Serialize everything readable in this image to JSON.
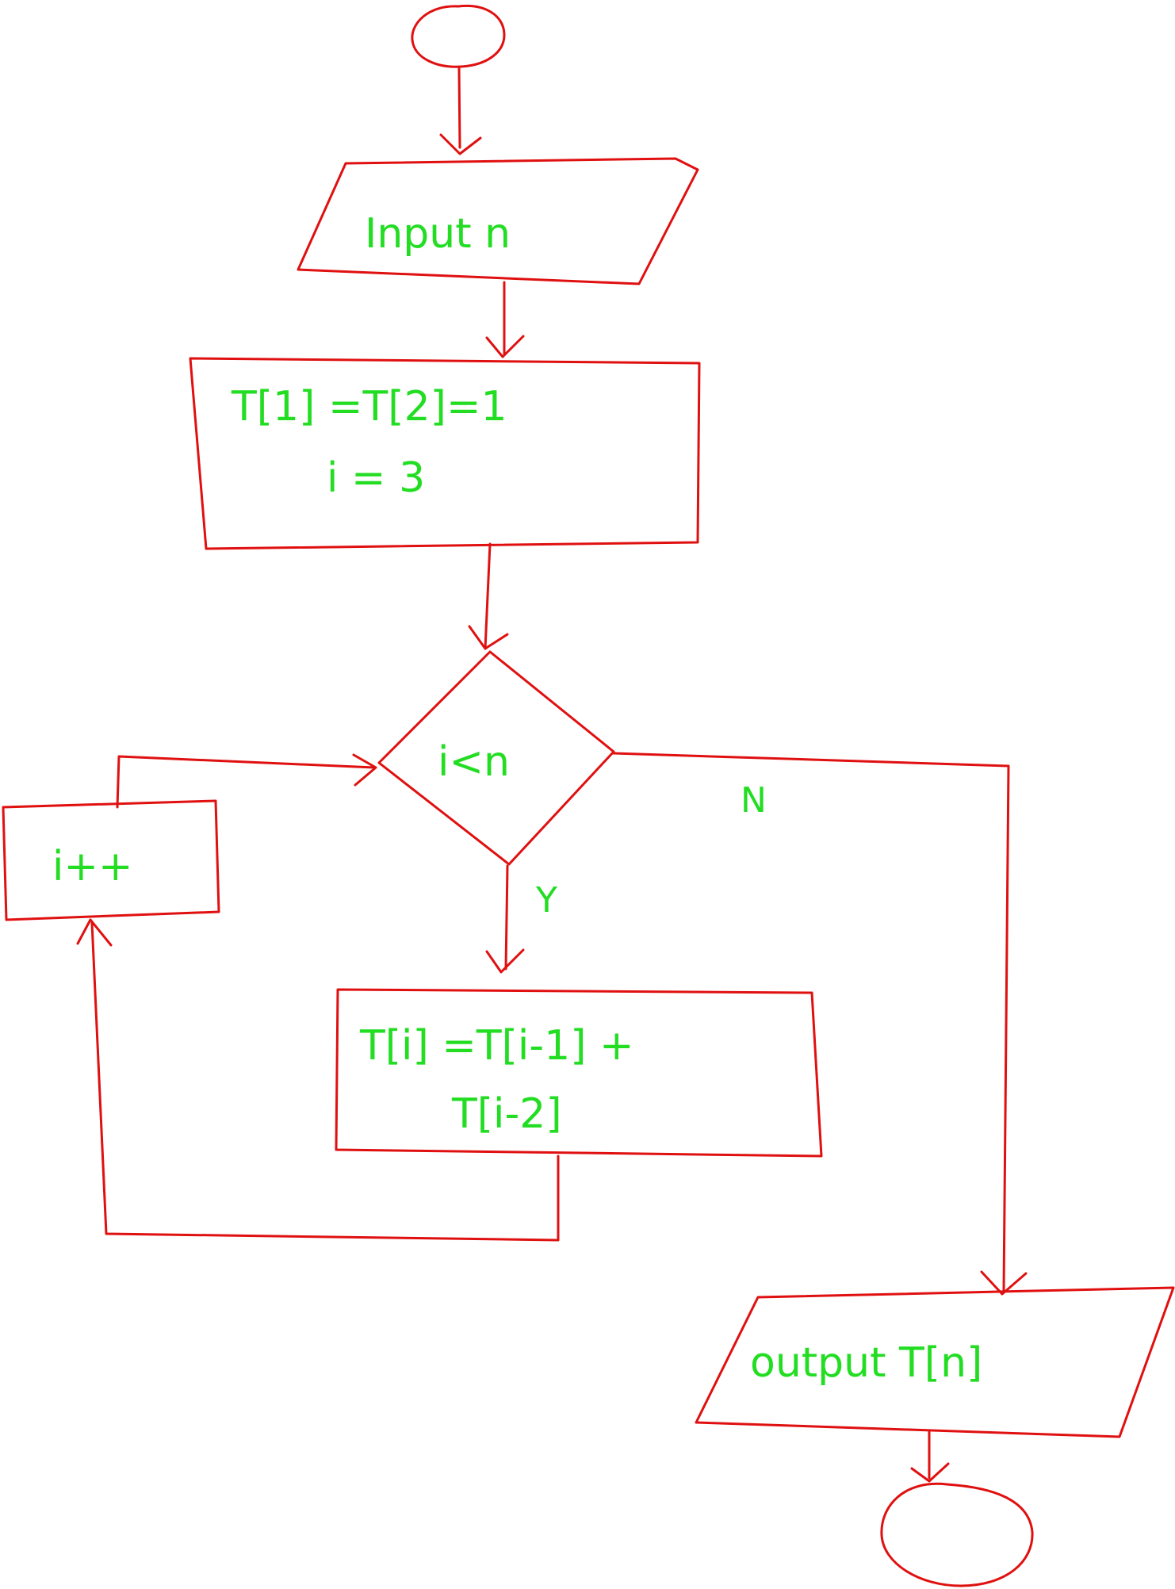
{
  "diagram": {
    "nodes": {
      "start": {
        "shape": "ellipse",
        "text": ""
      },
      "input": {
        "shape": "parallelogram",
        "text": "Input n"
      },
      "init": {
        "shape": "rectangle",
        "lines": [
          "T[1] =T[2]=1",
          "i = 3"
        ]
      },
      "decision": {
        "shape": "diamond",
        "text": "i<n"
      },
      "increment": {
        "shape": "rectangle",
        "text": "i++"
      },
      "compute": {
        "shape": "rectangle",
        "lines": [
          "T[i] =T[i-1] +",
          "T[i-2]"
        ]
      },
      "output": {
        "shape": "parallelogram",
        "text": "output T[n]"
      },
      "end": {
        "shape": "ellipse",
        "text": ""
      }
    },
    "edge_labels": {
      "yes": "Y",
      "no": "N"
    },
    "colors": {
      "stroke": "#e01010",
      "text": "#22dd22",
      "background": "#ffffff"
    }
  }
}
